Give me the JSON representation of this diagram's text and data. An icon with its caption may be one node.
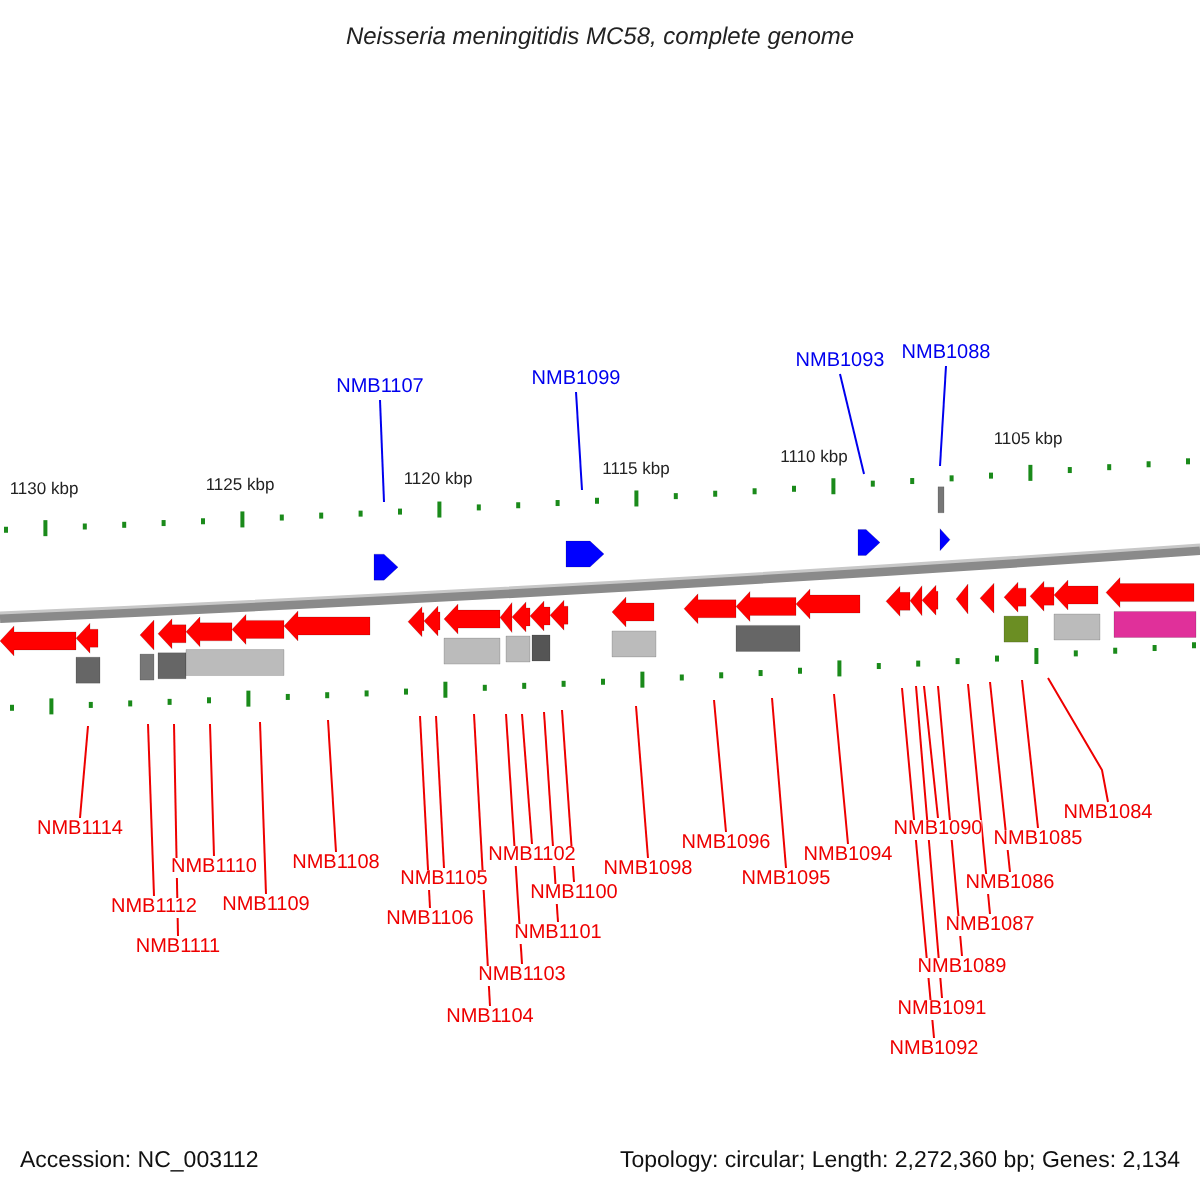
{
  "diagram": {
    "title": "Neisseria meningitidis MC58, complete genome",
    "nodes": [
      {
        "text": [
          "NMB1107"
        ]
      },
      {
        "text": [
          "NMB1099"
        ]
      },
      {
        "text": [
          "NMB1093"
        ]
      },
      {
        "text": [
          "NMB1088"
        ]
      },
      {
        "text": [
          "NMB1114"
        ]
      },
      {
        "text": [
          "NMB1112"
        ]
      },
      {
        "text": [
          "NMB1111"
        ]
      },
      {
        "text": [
          "NMB1110"
        ]
      },
      {
        "text": [
          "NMB1109"
        ]
      },
      {
        "text": [
          "NMB1108"
        ]
      },
      {
        "text": [
          "NMB1106"
        ]
      },
      {
        "text": [
          "NMB1105"
        ]
      },
      {
        "text": [
          "NMB1104"
        ]
      },
      {
        "text": [
          "NMB1103"
        ]
      },
      {
        "text": [
          "NMB1102"
        ]
      },
      {
        "text": [
          "NMB1101"
        ]
      },
      {
        "text": [
          "NMB1100"
        ]
      },
      {
        "text": [
          "NMB1098"
        ]
      },
      {
        "text": [
          "NMB1096"
        ]
      },
      {
        "text": [
          "NMB1095"
        ]
      },
      {
        "text": [
          "NMB1094"
        ]
      },
      {
        "text": [
          "NMB1092"
        ]
      },
      {
        "text": [
          "NMB1091"
        ]
      },
      {
        "text": [
          "NMB1090"
        ]
      },
      {
        "text": [
          "NMB1089"
        ]
      },
      {
        "text": [
          "NMB1087"
        ]
      },
      {
        "text": [
          "NMB1086"
        ]
      },
      {
        "text": [
          "NMB1085"
        ]
      },
      {
        "text": [
          "NMB1084"
        ]
      }
    ],
    "edges": [
      {
        "from": 0,
        "to": null,
        "arrow": "none",
        "color": "#0000ee"
      },
      {
        "from": 1,
        "to": null,
        "arrow": "none",
        "color": "#0000ee"
      },
      {
        "from": 2,
        "to": null,
        "arrow": "none",
        "color": "#0000ee"
      },
      {
        "from": 3,
        "to": null,
        "arrow": "none",
        "color": "#0000ee"
      },
      {
        "from": 4,
        "to": null,
        "arrow": "none"
      },
      {
        "from": 5,
        "to": null,
        "arrow": "none"
      },
      {
        "from": 6,
        "to": null,
        "arrow": "none"
      },
      {
        "from": 7,
        "to": null,
        "arrow": "none"
      },
      {
        "from": 8,
        "to": null,
        "arrow": "none"
      },
      {
        "from": 9,
        "to": null,
        "arrow": "none"
      },
      {
        "from": 10,
        "to": null,
        "arrow": "none"
      },
      {
        "from": 11,
        "to": null,
        "arrow": "none"
      },
      {
        "from": 12,
        "to": null,
        "arrow": "none"
      },
      {
        "from": 13,
        "to": null,
        "arrow": "none"
      },
      {
        "from": 14,
        "to": null,
        "arrow": "none"
      },
      {
        "from": 15,
        "to": null,
        "arrow": "none"
      },
      {
        "from": 16,
        "to": null,
        "arrow": "none"
      },
      {
        "from": 17,
        "to": null,
        "arrow": "none"
      },
      {
        "from": 18,
        "to": null,
        "arrow": "none"
      },
      {
        "from": 19,
        "to": null,
        "arrow": "none"
      },
      {
        "from": 20,
        "to": null,
        "arrow": "none"
      },
      {
        "from": 21,
        "to": null,
        "arrow": "none"
      },
      {
        "from": 22,
        "to": null,
        "arrow": "none"
      },
      {
        "from": 23,
        "to": null,
        "arrow": "none"
      },
      {
        "from": 24,
        "to": null,
        "arrow": "none"
      },
      {
        "from": 25,
        "to": null,
        "arrow": "none"
      },
      {
        "from": 26,
        "to": null,
        "arrow": "none"
      },
      {
        "from": 27,
        "to": null,
        "arrow": "none"
      },
      {
        "from": 28,
        "to": null,
        "arrow": "none"
      }
    ],
    "labels": [
      "1130 kbp",
      "1125 kbp",
      "1120 kbp",
      "1115 kbp",
      "1110 kbp",
      "1105 kbp",
      "Accession: NC_003112",
      "Topology: circular; Length: 2,272,360 bp; Genes: 2,134"
    ]
  }
}
